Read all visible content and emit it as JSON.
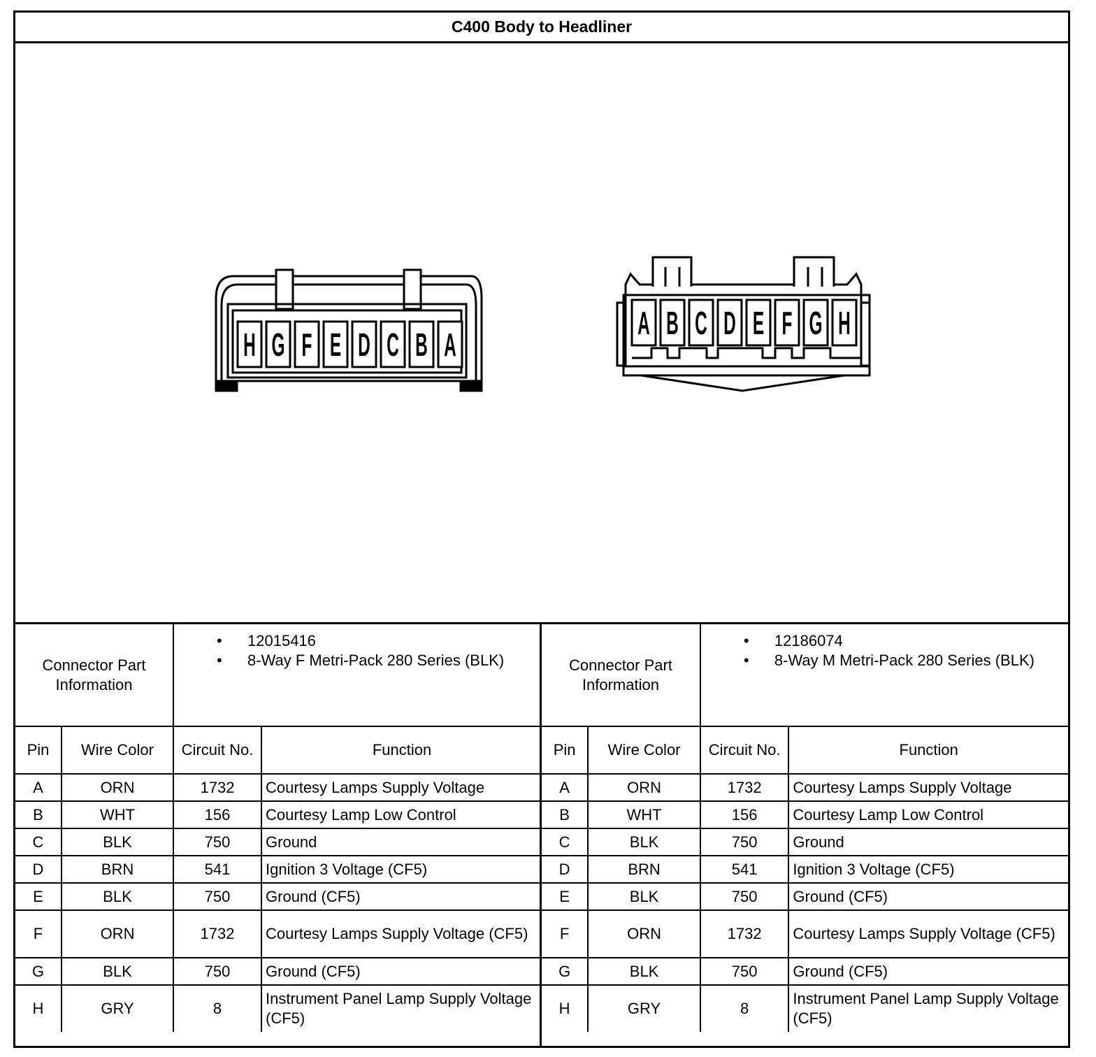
{
  "title": "C400 Body to Headliner",
  "connectors": [
    {
      "pin_order": [
        "H",
        "G",
        "F",
        "E",
        "D",
        "C",
        "B",
        "A"
      ],
      "part_info_label": "Connector Part Information",
      "part_info": [
        "12015416",
        "8-Way F Metri-Pack 280 Series (BLK)"
      ]
    },
    {
      "pin_order": [
        "A",
        "B",
        "C",
        "D",
        "E",
        "F",
        "G",
        "H"
      ],
      "part_info_label": "Connector Part Information",
      "part_info": [
        "12186074",
        "8-Way M Metri-Pack 280 Series (BLK)"
      ]
    }
  ],
  "table_headers": {
    "pin": "Pin",
    "wire_color": "Wire Color",
    "circuit_no": "Circuit No.",
    "function": "Function"
  },
  "pins": [
    {
      "pin": "A",
      "wire_color": "ORN",
      "circuit": "1732",
      "function": "Courtesy Lamps Supply Voltage"
    },
    {
      "pin": "B",
      "wire_color": "WHT",
      "circuit": "156",
      "function": "Courtesy Lamp Low Control"
    },
    {
      "pin": "C",
      "wire_color": "BLK",
      "circuit": "750",
      "function": "Ground"
    },
    {
      "pin": "D",
      "wire_color": "BRN",
      "circuit": "541",
      "function": "Ignition 3 Voltage (CF5)"
    },
    {
      "pin": "E",
      "wire_color": "BLK",
      "circuit": "750",
      "function": "Ground (CF5)"
    },
    {
      "pin": "F",
      "wire_color": "ORN",
      "circuit": "1732",
      "function": "Courtesy Lamps Supply Voltage (CF5)"
    },
    {
      "pin": "G",
      "wire_color": "BLK",
      "circuit": "750",
      "function": "Ground (CF5)"
    },
    {
      "pin": "H",
      "wire_color": "GRY",
      "circuit": "8",
      "function": "Instrument Panel Lamp Supply Voltage (CF5)"
    }
  ]
}
